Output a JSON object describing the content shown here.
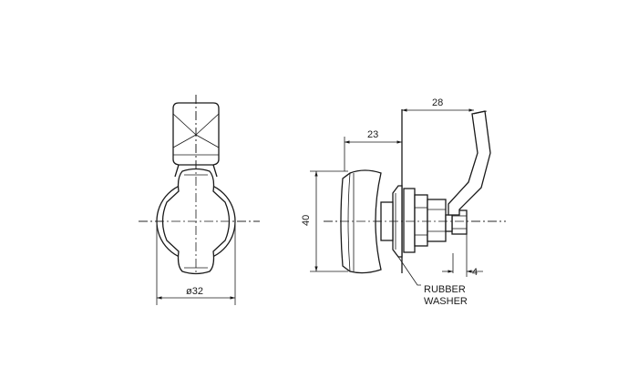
{
  "dimensions": {
    "diameter": "ø32",
    "height": "40",
    "body_depth": "23",
    "handle_offset": "28",
    "thread_length": "4"
  },
  "callout": {
    "line1": "RUBBER",
    "line2": "WASHER"
  }
}
